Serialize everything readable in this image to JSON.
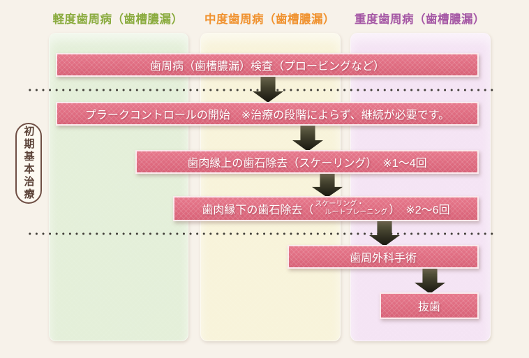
{
  "diagram": {
    "title_meaning": "periodontal-disease-treatment-flow",
    "columns": [
      {
        "label": "軽度歯周病（歯槽膿漏）",
        "color": "#8aab3e",
        "panel_color": "#e4efd9"
      },
      {
        "label": "中度歯周病（歯槽膿漏）",
        "color": "#f0922f",
        "panel_color": "#f8f3da"
      },
      {
        "label": "重度歯周病（歯槽膿漏）",
        "color": "#a558a5",
        "panel_color": "#f4e4f4"
      }
    ],
    "phase_label": "初期基本治療",
    "steps": {
      "examination": "歯周病（歯槽膿漏）検査（プロービングなど）",
      "plaque_control": "プラークコントロールの開始　※治療の段階によらず、継続が必要です。",
      "supragingival_scaling": "歯肉縁上の歯石除去（スケーリング）　※1～4回",
      "subgingival": {
        "before": "歯肉縁下の歯石除去（",
        "small_line1": "スケーリング・",
        "small_line2": "ルートプレーニング",
        "after": "）　※2～6回"
      },
      "surgery": "歯周外科手術",
      "extraction": "抜歯"
    },
    "colors": {
      "background": "#f7f2ea",
      "banner_pink": "#e4687e",
      "banner_border": "#ffffff",
      "arrow_dark": "#16150e",
      "dotted_line": "#43403a",
      "capsule_border": "#6f4f45",
      "capsule_text": "#5b4237"
    }
  }
}
